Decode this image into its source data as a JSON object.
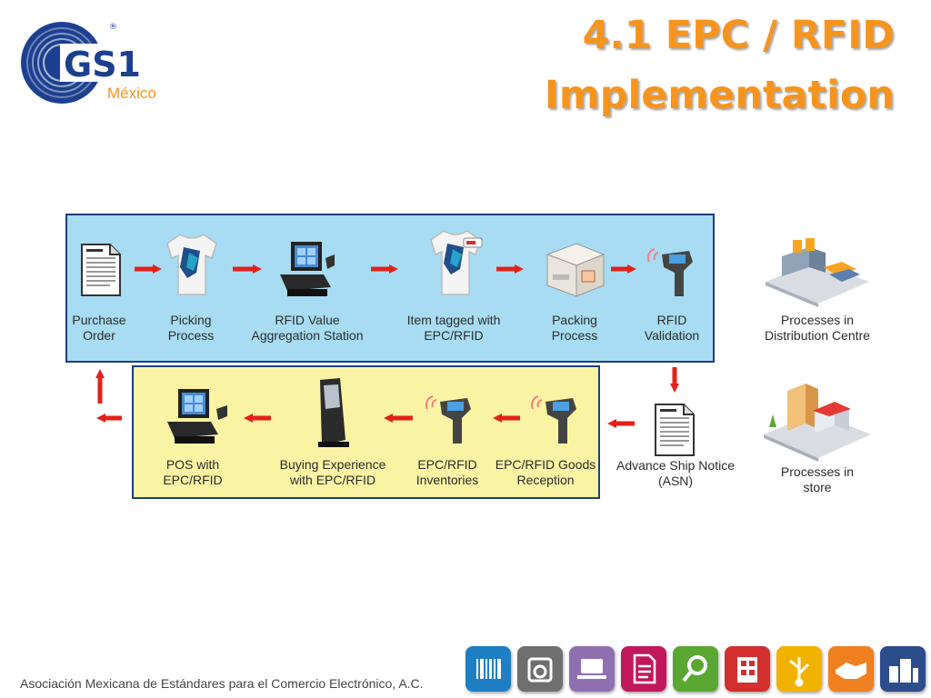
{
  "header": {
    "logo_text": "GS1",
    "logo_region": "México",
    "title_line1": "4.1 EPC / RFID",
    "title_line2": "Implementation"
  },
  "dc_flow": [
    {
      "line1": "Purchase",
      "line2": "Order",
      "icon": "document-icon"
    },
    {
      "line1": "Picking",
      "line2": "Process",
      "icon": "tshirt-icon"
    },
    {
      "line1": "RFID Value",
      "line2": "Aggregation Station",
      "icon": "pos-terminal-icon"
    },
    {
      "line1": "Item tagged with",
      "line2": "EPC/RFID",
      "icon": "tagged-tshirt-icon"
    },
    {
      "line1": "Packing",
      "line2": "Process",
      "icon": "box-icon"
    },
    {
      "line1": "RFID",
      "line2": "Validation",
      "icon": "rfid-reader-icon"
    }
  ],
  "store_flow": [
    {
      "line1": "POS with",
      "line2": "EPC/RFID",
      "icon": "pos-terminal-icon"
    },
    {
      "line1": "Buying Experience",
      "line2": "with EPC/RFID",
      "icon": "kiosk-icon"
    },
    {
      "line1": "EPC/RFID",
      "line2": "Inventories",
      "icon": "rfid-reader-icon"
    },
    {
      "line1": "EPC/RFID Goods",
      "line2": "Reception",
      "icon": "rfid-reader-icon"
    }
  ],
  "asn": {
    "line1": "Advance Ship Notice",
    "line2": "(ASN)",
    "icon": "document-icon"
  },
  "legend": [
    {
      "line1": "Processes in",
      "line2": "Distribution Centre",
      "icon": "distribution-centre-icon"
    },
    {
      "line1": "Processes in",
      "line2": "store",
      "icon": "store-building-icon"
    }
  ],
  "footer": {
    "text": "Asociación Mexicana de Estándares para el Comercio Electrónico, A.C."
  },
  "tiles": [
    {
      "icon": "barcode-icon",
      "color": "#1f7fc4"
    },
    {
      "icon": "scale-icon",
      "color": "#6f6f6f"
    },
    {
      "icon": "laptop-icon",
      "color": "#8f6fb0"
    },
    {
      "icon": "document-list-icon",
      "color": "#c2185b"
    },
    {
      "icon": "magnifier-icon",
      "color": "#5aa832"
    },
    {
      "icon": "building-tag-icon",
      "color": "#d32f2f"
    },
    {
      "icon": "network-icon",
      "color": "#f2b200"
    },
    {
      "icon": "handshake-icon",
      "color": "#f07f1f"
    },
    {
      "icon": "city-icon",
      "color": "#2c4c8c"
    }
  ],
  "colors": {
    "title": "#f7941d",
    "arrow": "#e32119",
    "dc_panel": "#a8dcf2",
    "store_panel": "#fbf3a4",
    "panel_border": "#1e3f7a"
  }
}
